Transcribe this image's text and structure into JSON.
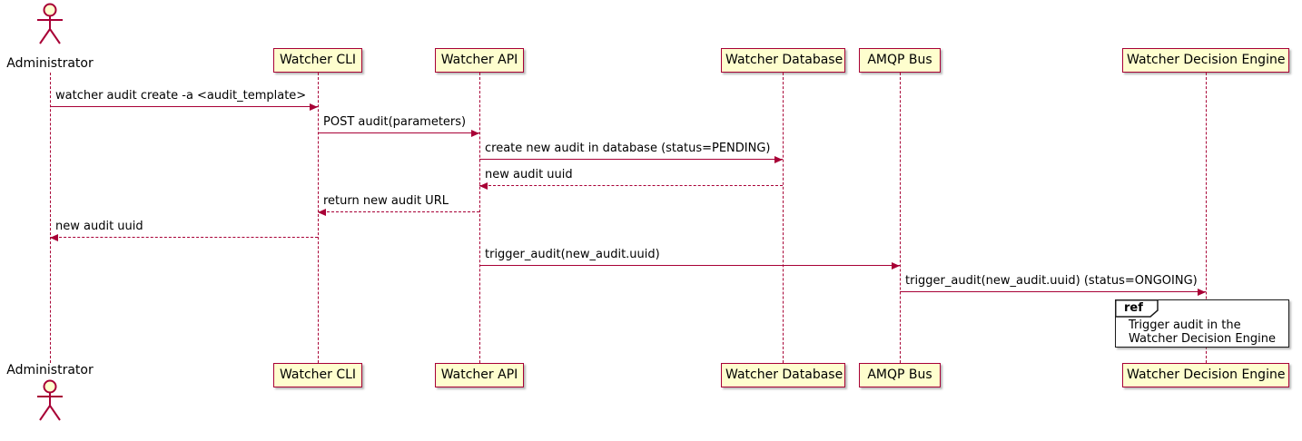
{
  "diagram": {
    "type": "sequence",
    "colors": {
      "participant_fill": "#FEFECE",
      "participant_border": "#A80036",
      "arrow": "#A80036",
      "lifeline": "#A80036",
      "text": "#000000",
      "ref_border": "#1b1b1b"
    },
    "participants": [
      {
        "id": "administrator",
        "name": "Administrator",
        "kind": "actor"
      },
      {
        "id": "watcher-cli",
        "name": "Watcher CLI",
        "kind": "participant"
      },
      {
        "id": "watcher-api",
        "name": "Watcher API",
        "kind": "participant"
      },
      {
        "id": "watcher-database",
        "name": "Watcher Database",
        "kind": "participant"
      },
      {
        "id": "amqp-bus",
        "name": "AMQP Bus",
        "kind": "participant"
      },
      {
        "id": "watcher-decision-engine",
        "name": "Watcher Decision Engine",
        "kind": "participant"
      }
    ],
    "messages": [
      {
        "from": "Administrator",
        "to": "Watcher CLI",
        "label": "watcher audit create -a <audit_template>",
        "style": "solid",
        "direction": "right"
      },
      {
        "from": "Watcher CLI",
        "to": "Watcher API",
        "label": "POST audit(parameters)",
        "style": "solid",
        "direction": "right"
      },
      {
        "from": "Watcher API",
        "to": "Watcher Database",
        "label": "create new audit in database (status=PENDING)",
        "style": "solid",
        "direction": "right"
      },
      {
        "from": "Watcher Database",
        "to": "Watcher API",
        "label": "new audit uuid",
        "style": "dashed",
        "direction": "left"
      },
      {
        "from": "Watcher API",
        "to": "Watcher CLI",
        "label": "return new audit URL",
        "style": "dashed",
        "direction": "left"
      },
      {
        "from": "Watcher CLI",
        "to": "Administrator",
        "label": "new audit uuid",
        "style": "dashed",
        "direction": "left"
      },
      {
        "from": "Watcher API",
        "to": "AMQP Bus",
        "label": "trigger_audit(new_audit.uuid)",
        "style": "solid",
        "direction": "right"
      },
      {
        "from": "AMQP Bus",
        "to": "Watcher Decision Engine",
        "label": "trigger_audit(new_audit.uuid) (status=ONGOING)",
        "style": "solid",
        "direction": "right"
      }
    ],
    "ref": {
      "keyword": "ref",
      "over": "Watcher Decision Engine",
      "line1": "Trigger audit in the",
      "line2": "Watcher Decision Engine"
    }
  }
}
